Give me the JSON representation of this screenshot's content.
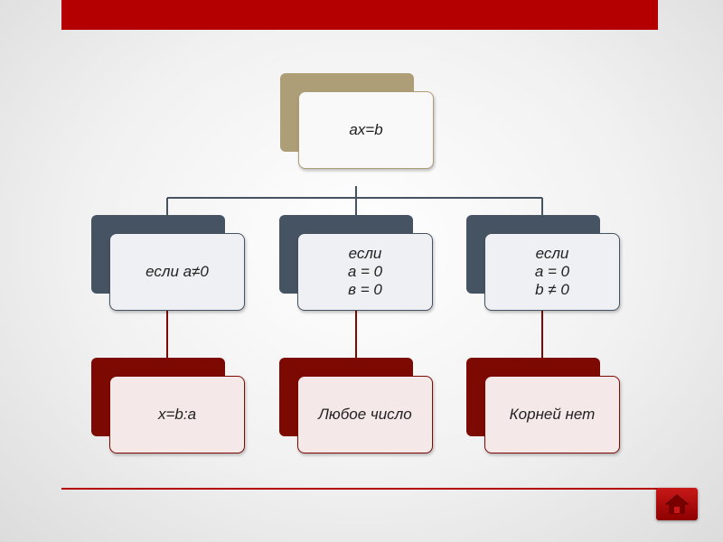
{
  "root": {
    "label": "ax=b"
  },
  "branches": [
    {
      "condition": "если а≠0",
      "result": "x=b:a"
    },
    {
      "condition": "если\nа = 0\nв = 0",
      "result": "Любое число"
    },
    {
      "condition": "если\nа = 0\nb ≠ 0",
      "result": "Корней нет"
    }
  ],
  "colors": {
    "accent_red": "#b40000",
    "root_accent": "#ae9e78",
    "condition_accent": "#465362",
    "result_accent": "#7d0a02"
  },
  "icons": {
    "home_button": "home-icon"
  }
}
